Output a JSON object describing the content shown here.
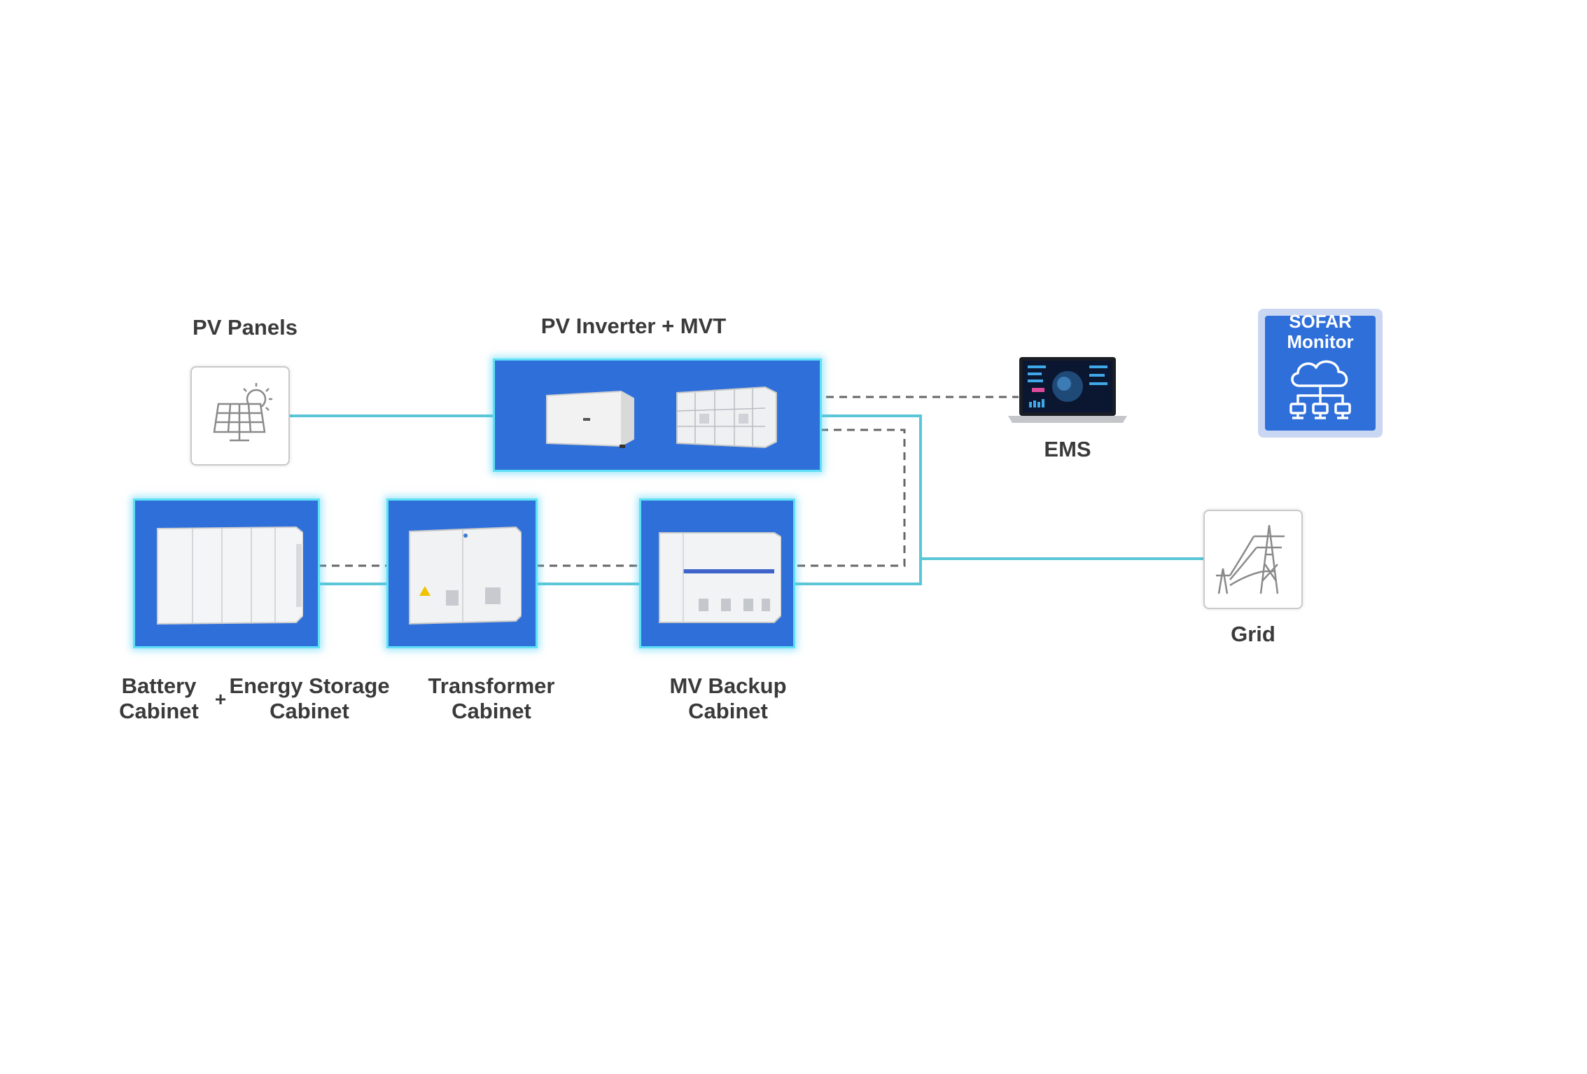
{
  "labels": {
    "pv_panels": "PV Panels",
    "pv_inverter_mvt": "PV Inverter + MVT",
    "ems": "EMS",
    "sofar_monitor_line1": "SOFAR",
    "sofar_monitor_line2": "Monitor",
    "grid": "Grid",
    "battery_cabinet_line1": "Battery",
    "battery_cabinet_line2": "Cabinet",
    "plus": "+",
    "energy_storage_line1": "Energy Storage",
    "energy_storage_line2": "Cabinet",
    "transformer_line1": "Transformer",
    "transformer_line2": "Cabinet",
    "mv_backup_line1": "MV Backup",
    "mv_backup_line2": "Cabinet"
  },
  "colors": {
    "power_line": "#5bc6d6",
    "comm_line": "#666666",
    "box_fill": "#2f6fd9",
    "box_glow": "#5ee0f5"
  },
  "icons": {
    "pv_panels": "solar-panel-sun-icon",
    "ems": "laptop-dashboard-icon",
    "sofar_monitor": "cloud-network-icon",
    "grid": "transmission-tower-icon"
  }
}
